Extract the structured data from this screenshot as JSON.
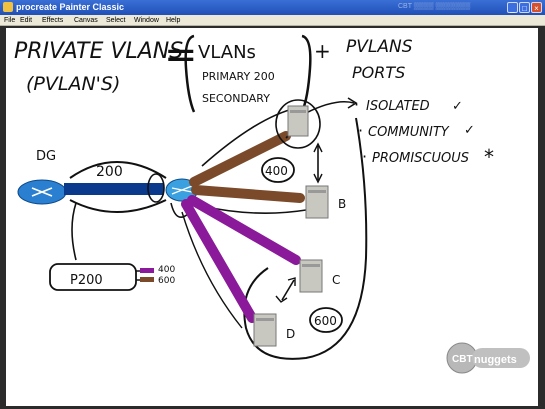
{
  "window": {
    "title": "procreate Painter Classic",
    "faint_tab": "CBT ▒▒▒▒ ▒▒▒▒▒▒▒",
    "min_glyph": "_",
    "max_glyph": "□",
    "close_glyph": "×"
  },
  "menu": {
    "items": [
      "File",
      "Edit",
      "Effects",
      "Canvas",
      "Select",
      "Window",
      "Help"
    ]
  },
  "whiteboard": {
    "heading_line1": "PRIVATE VLANS",
    "heading_line2": "(PVLAN'S)",
    "equals": "=",
    "bracket_line1": "VLANs",
    "bracket_line2": "PRIMARY 200",
    "bracket_line3": "SECONDARY",
    "plus": "+",
    "right_line1": "PVLANS",
    "right_line2": "PORTS",
    "port_type_1": "ISOLATED",
    "port_type_2": "COMMUNITY",
    "port_type_3": "PROMISCUOUS",
    "check_mark": "✓",
    "star_mark": "*",
    "bullet": "·",
    "router_label": "DG",
    "trunk_vlan": "200",
    "brown_vlan": "400",
    "purple_vlan": "600",
    "server_b": "B",
    "server_c": "C",
    "server_d": "D",
    "legend_primary": "P200",
    "legend_sec_1": "400",
    "legend_sec_2": "600"
  },
  "logo": {
    "part1": "CBT",
    "part2": "nuggets"
  },
  "colors": {
    "trunk_blue": "#0a3a8c",
    "brown_vlan": "#7a4a2a",
    "purple_vlan": "#8a1a9a",
    "router_blue": "#2a7fd0",
    "switch_blue": "#3aa0e0"
  }
}
